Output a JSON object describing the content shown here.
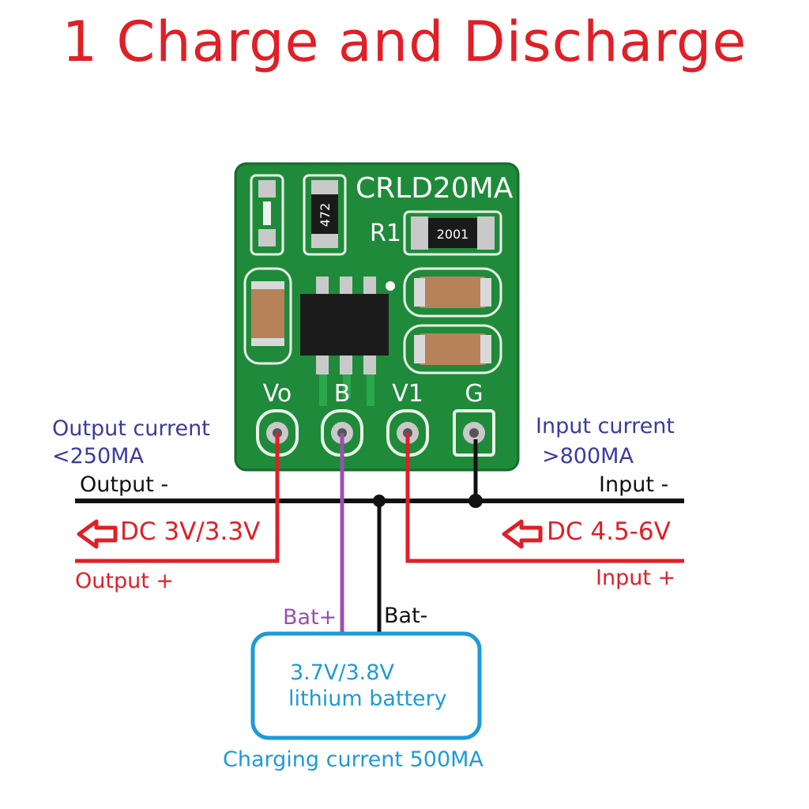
{
  "title": "1 Charge and Discharge",
  "board": {
    "model": "CRLD20MA",
    "r1_label": "R1",
    "resistor_small": "472",
    "resistor_large": "2001",
    "pins": [
      "Vo",
      "B",
      "V1",
      "G"
    ],
    "color": "#1f8a3a"
  },
  "output": {
    "current_line1": "Output current",
    "current_line2": "<250MA",
    "minus": "Output -",
    "voltage": "DC 3V/3.3V",
    "plus": "Output +"
  },
  "input": {
    "current_line1": "Input current",
    "current_line2": ">800MA",
    "minus": "Input -",
    "voltage": "DC 4.5-6V",
    "plus": "Input +"
  },
  "battery": {
    "bat_plus": "Bat+",
    "bat_minus": "Bat-",
    "line1": "3.7V/3.8V",
    "line2": "lithium battery",
    "charging": "Charging current 500MA"
  },
  "colors": {
    "title": "#e01f26",
    "positive": "#e01f26",
    "negative": "#111111",
    "battery_wire": "#9b4fb0",
    "battery_box": "#1f9ad6",
    "note": "#3b3b9e"
  }
}
